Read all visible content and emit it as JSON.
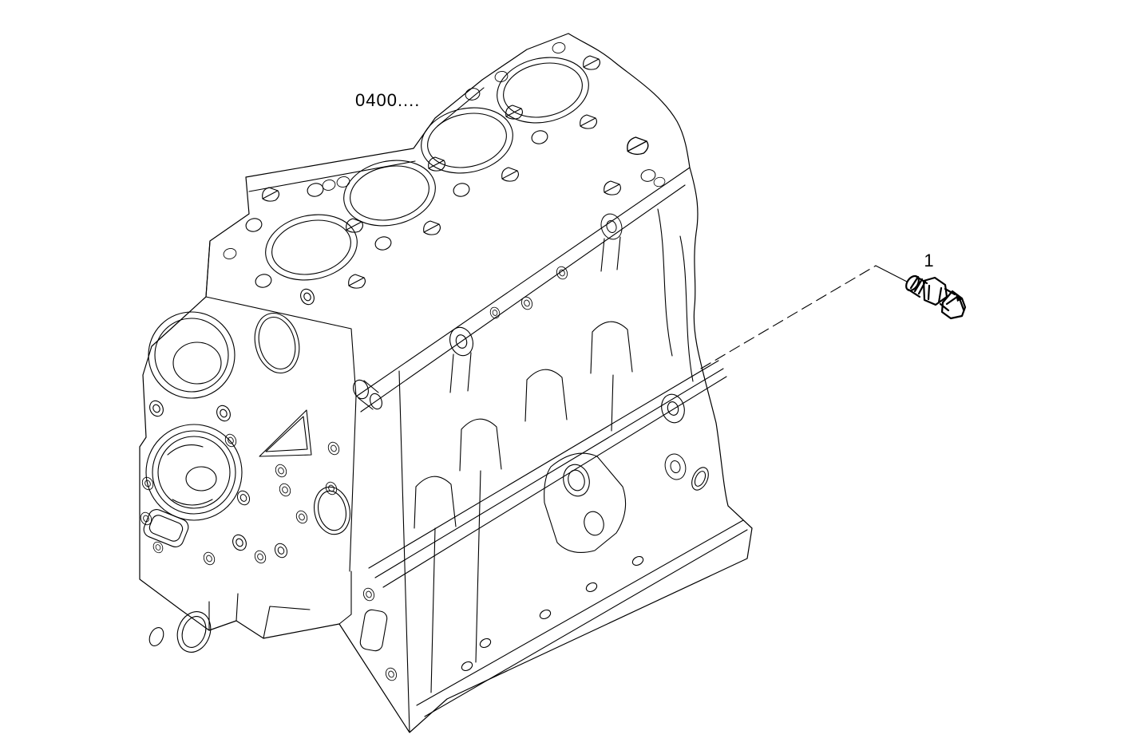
{
  "page": {
    "type": "technical-parts-diagram",
    "background_color": "#ffffff",
    "line_color": "#000000"
  },
  "figure": {
    "assembly_label": "0400....",
    "part_callout": "1",
    "part_icon": "oil-pressure-switch-icon",
    "leader_line_style": "dashed"
  }
}
